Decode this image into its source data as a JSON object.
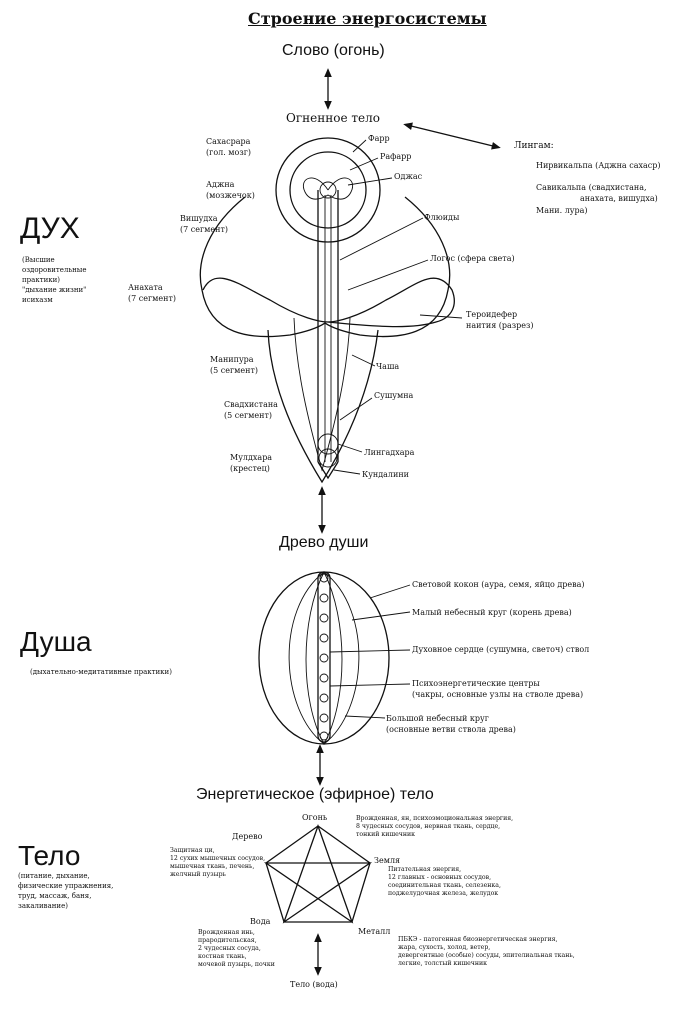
{
  "title": "Строение энергосистемы",
  "top": {
    "word": "Слово (огонь)",
    "fiery_body": "Огненное тело",
    "lingams_title": "Лингам:",
    "lingams": [
      "Нирвикальпа (Аджна сахаср)",
      "Савикальпа (свадхистана,",
      "анахата, вишудха)",
      "Мани. лура)"
    ]
  },
  "spirit": {
    "heading": "ДУХ",
    "practices": [
      "(Высшие",
      "оздоровительные",
      "практики)",
      "\"дыхание жизни\"",
      "исихазм"
    ],
    "left_labels": {
      "sahasrara": [
        "Сахасрара",
        "(гол. мозг)"
      ],
      "ajna": [
        "Аджна",
        "(мозжечок)"
      ],
      "vishuddha": [
        "Вишудха",
        "(7 сегмент)"
      ],
      "anahata": [
        "Анахата",
        "(7 сегмент)"
      ],
      "manipura": [
        "Манипура",
        "(5 сегмент)"
      ],
      "svadhisthana": [
        "Свадхистана",
        "(5 сегмент)"
      ],
      "muladhara": [
        "Мулдхара",
        "(крестец)"
      ]
    },
    "right_labels": {
      "farr": "Фарр",
      "rafarr": "Рафарр",
      "ojas": "Оджас",
      "fluids": "Флюиды",
      "logos": "Логос (сфера света)",
      "teroidefer": [
        "Тероидефер",
        "наития (разрез)"
      ],
      "chasha": "Чаша",
      "sushumna": "Сушумна",
      "lingadhara": "Лингадхара",
      "kundalini": "Кундалини"
    }
  },
  "soul": {
    "tree_title": "Древо души",
    "heading": "Душа",
    "practices": "(дыхательно-медитативные практики)",
    "labels": [
      "Световой кокон (аура, семя, яйцо древа)",
      "Малый небесный круг (корень древа)",
      "Духовное сердце (сушумна, светоч) ствол",
      "Психоэнергетические центры",
      "(чакры, основные узлы на стволе древа)",
      "Большой небесный круг",
      "(основные ветви ствола древа)"
    ]
  },
  "body": {
    "etheric_title": "Энергетическое (эфирное) тело",
    "heading": "Тело",
    "practices": [
      "(питание, дыхание,",
      "физические упражнения,",
      "труд, массаж, баня,",
      "закаливание)"
    ],
    "elements": {
      "fire": "Огонь",
      "wood": "Дерево",
      "earth": "Земля",
      "water": "Вода",
      "metal": "Металл"
    },
    "bottom": "Тело (вода)",
    "notes": {
      "fire": [
        "Врожденная, ян, психоэмоциональная энергия,",
        "8 чудесных сосудов, нервная ткань, сердце,",
        "тонкий кишечник"
      ],
      "wood": [
        "Защитная ци,",
        "12 сухих мышечных сосудов,",
        "мышечная ткань, печень,",
        "желчный пузырь"
      ],
      "earth": [
        "Питательная энергия,",
        "12 главных - основных сосудов,",
        "соединительная ткань, селезенка,",
        "поджелудочная железа, желудок"
      ],
      "water": [
        "Врожденная инь,",
        "прародительская,",
        "2 чудесных сосуда,",
        "костная ткань,",
        "мочевой пузырь, почки"
      ],
      "metal": [
        "ПБКЭ - патогенная биоэнергетическая энергия,",
        "жара, сухость, холод, ветер,",
        "девергентные (особые) сосуды, эпителиальная ткань,",
        "легкие, толстый кишечник"
      ]
    }
  }
}
